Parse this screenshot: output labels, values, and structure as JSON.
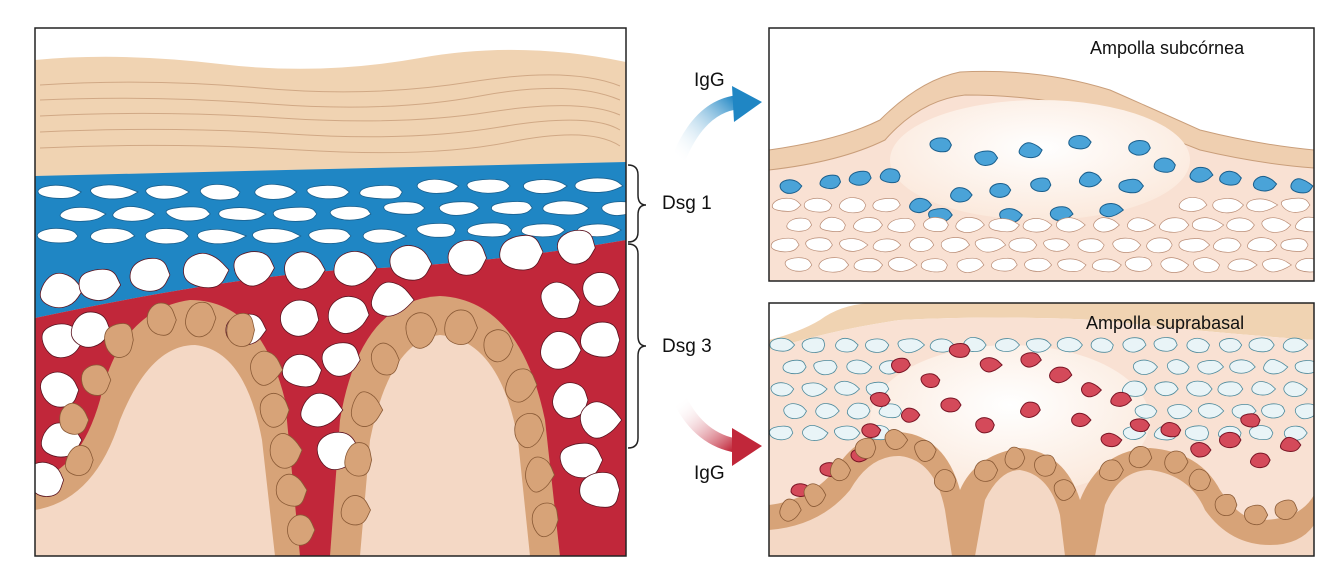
{
  "labels": {
    "dsg1": "Dsg 1",
    "dsg3": "Dsg 3",
    "igg_top": "IgG",
    "igg_bottom": "IgG"
  },
  "panels": {
    "top_right_title": "Ampolla subcórnea",
    "bottom_right_title": "Ampolla suprabasal"
  },
  "colors": {
    "dsg1": "#1f86c4",
    "dsg3": "#c1273a",
    "stratum_corneum": "#f0d3b2",
    "basal_cells": "#d7a378",
    "dermis": "#f4d8c5"
  }
}
